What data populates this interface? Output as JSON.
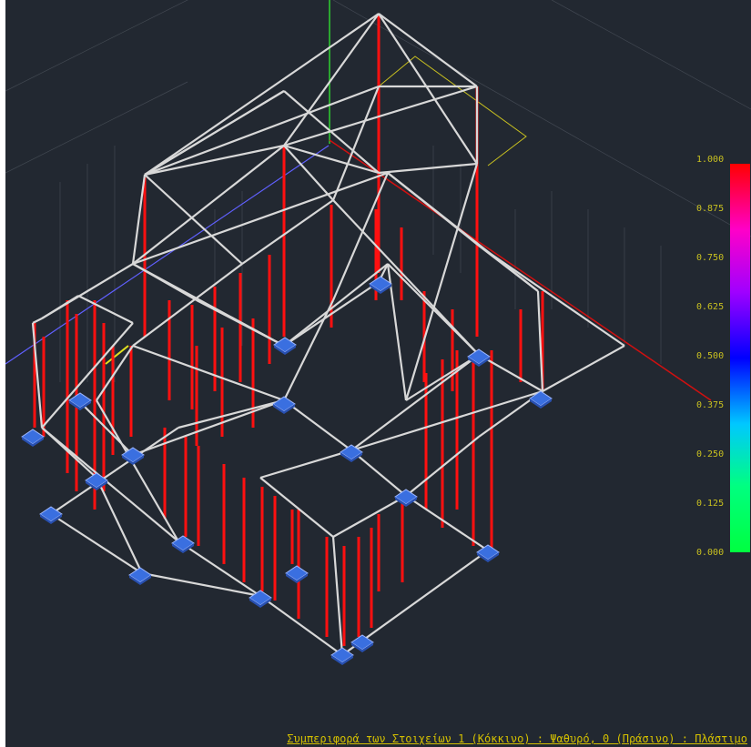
{
  "legend": {
    "ticks": [
      "1.000",
      "0.875",
      "0.750",
      "0.625",
      "0.500",
      "0.375",
      "0.250",
      "0.125",
      "0.000"
    ],
    "gradient_colors": [
      "#ff0000",
      "#ff00c8",
      "#a000ff",
      "#0000ff",
      "#00c8ff",
      "#00ff80",
      "#00ff40"
    ]
  },
  "status": {
    "caption": "Συμπεριφορά των Στοιχείων 1 (Κόκκινο) : Ψαθυρό, 0 (Πράσινο) : Πλάστιμο"
  },
  "colors": {
    "background": "#222831",
    "frame_members": "#d8d8d8",
    "columns": "#ff1010",
    "supports": "#3a6fe0",
    "axis_x": "#d01010",
    "axis_y": "#30d030",
    "axis_z": "#6060ff",
    "grid": "#4a505a"
  }
}
